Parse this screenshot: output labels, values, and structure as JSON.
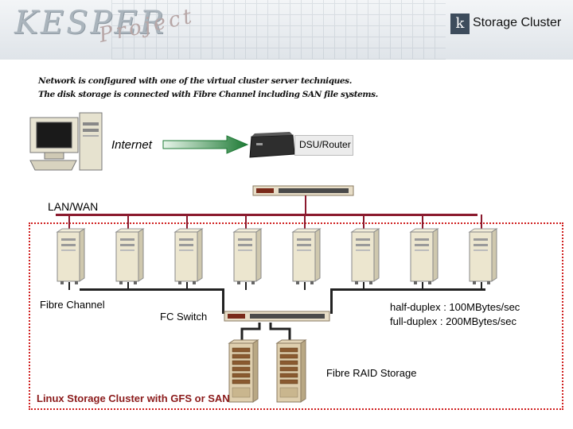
{
  "header": {
    "logo_main": "KESPER",
    "logo_sub": "Project",
    "title": "Storage Cluster"
  },
  "intro": {
    "line1": "Network is configured with one of the virtual cluster server techniques.",
    "line2": "The disk storage is connected with Fibre Channel including SAN file systems."
  },
  "diagram": {
    "internet_label": "Internet",
    "router_label": "DSU/Router",
    "lan_label": "LAN/WAN",
    "fibre_label": "Fibre Channel",
    "fc_switch_label": "FC Switch",
    "duplex_half": "half-duplex : 100MBytes/sec",
    "duplex_full": "full-duplex : 200MBytes/sec",
    "raid_label": "Fibre RAID Storage",
    "cluster_label": "Linux Storage Cluster with GFS or SAN",
    "server_count": 8,
    "raid_count": 2
  },
  "colors": {
    "wire": "#8b1a2e",
    "arrow": "#1e7a35",
    "cluster_border": "#d02020",
    "cluster_label": "#8b1a1a"
  }
}
